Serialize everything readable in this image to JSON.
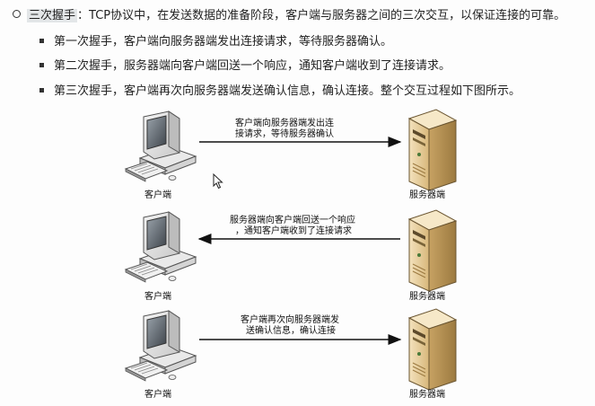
{
  "intro": {
    "keyword": "三次握手",
    "text": "：TCP协议中，在发送数据的准备阶段，客户端与服务器之间的三次交互，以保证连接的可靠。"
  },
  "steps": [
    {
      "text": "第一次握手，客户端向服务器端发出连接请求，等待服务器确认。"
    },
    {
      "text": "第二次握手，服务器端向客户端回送一个响应，通知客户端收到了连接请求。"
    },
    {
      "text": "第三次握手，客户端再次向服务器端发送确认信息，确认连接。整个交互过程如下图所示。"
    }
  ],
  "diagram": {
    "client_label": "客户端",
    "server_label": "服务器端",
    "messages": [
      {
        "direction": "client-to-server",
        "lines": [
          "客户端向服务器端发出连",
          "接请求，等待服务器确认"
        ]
      },
      {
        "direction": "server-to-client",
        "lines": [
          "服务器端向客户端回送一个响应",
          "，通知客户端收到了连接请求"
        ]
      },
      {
        "direction": "client-to-server",
        "lines": [
          "客户端再次向服务器端发",
          "送确认信息，确认连接"
        ]
      }
    ]
  },
  "icons": {
    "client": "desktop-computer-icon",
    "server": "server-tower-icon",
    "cursor": "mouse-pointer-icon"
  }
}
